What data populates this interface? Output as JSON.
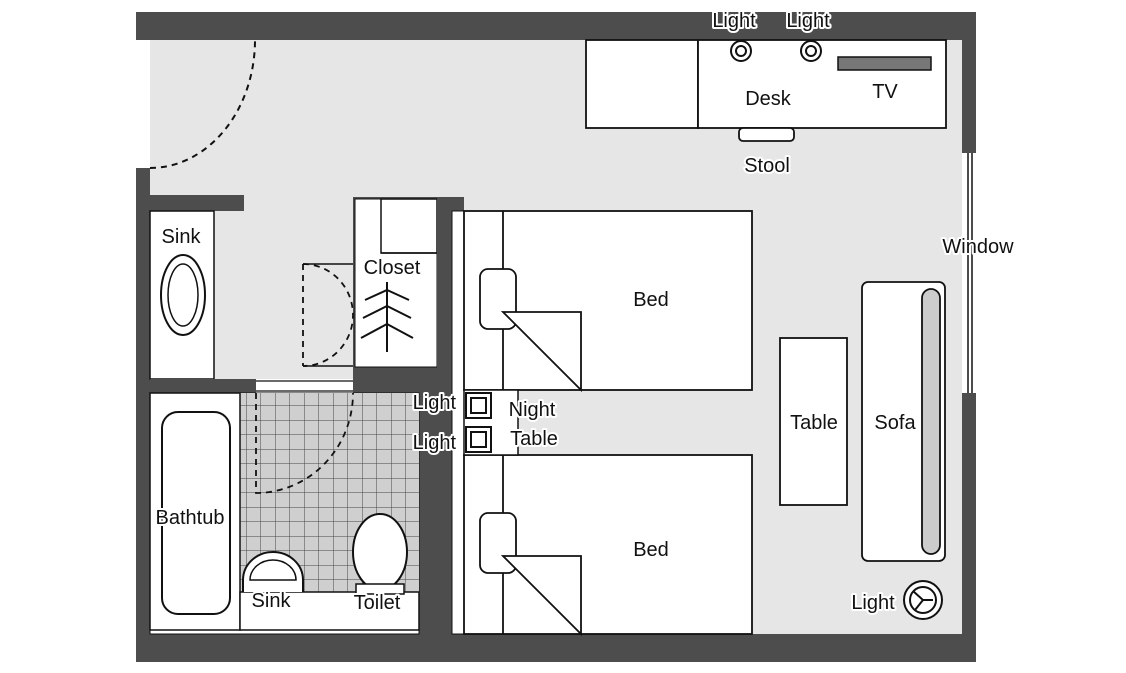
{
  "labels": {
    "light_desk_left": "Light",
    "light_desk_right": "Light",
    "desk": "Desk",
    "tv": "TV",
    "stool": "Stool",
    "window": "Window",
    "sink_top": "Sink",
    "closet": "Closet",
    "bed_top": "Bed",
    "bed_bottom": "Bed",
    "light_night_top": "Light",
    "light_night_bottom": "Light",
    "night": "Night",
    "night_table": "Table",
    "table": "Table",
    "sofa": "Sofa",
    "bathtub": "Bathtub",
    "sink_bath": "Sink",
    "toilet": "Toilet",
    "light_corner": "Light"
  },
  "colors": {
    "wall": "#4d4d4d",
    "floor": "#e6e6e6",
    "furniture": "#ffffff",
    "tile": "#cccccc",
    "line": "#111111"
  }
}
